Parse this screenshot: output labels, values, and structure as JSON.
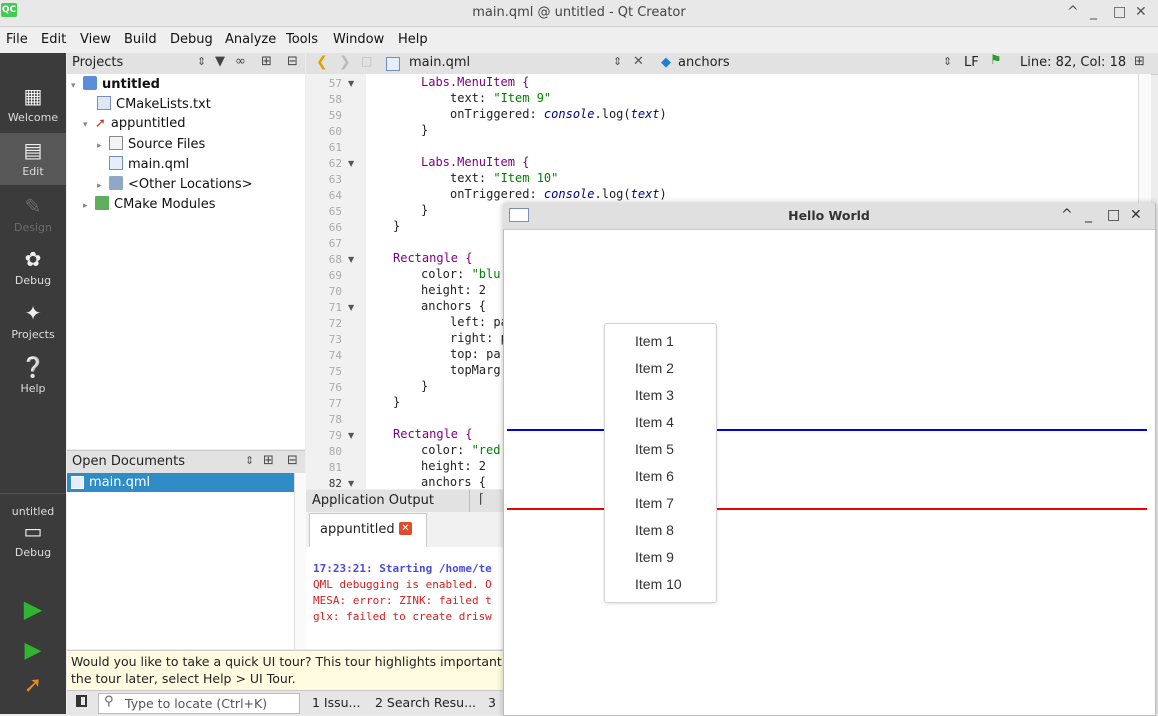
{
  "window": {
    "title": "main.qml @ untitled - Qt Creator",
    "app_badge": "QC",
    "buttons": [
      "^",
      "_",
      "□",
      "✕"
    ]
  },
  "menubar": [
    "File",
    "Edit",
    "View",
    "Build",
    "Debug",
    "Analyze",
    "Tools",
    "Window",
    "Help"
  ],
  "modes": {
    "welcome": "Welcome",
    "edit": "Edit",
    "design": "Design",
    "debug": "Debug",
    "projects": "Projects",
    "help": "Help",
    "target_project": "untitled",
    "target_mode": "Debug"
  },
  "projects_panel": {
    "title": "Projects",
    "tree": [
      "untitled",
      "CMakeLists.txt",
      "appuntitled",
      "Source Files",
      "main.qml",
      "<Other Locations>",
      "CMake Modules"
    ]
  },
  "open_documents": {
    "title": "Open Documents",
    "items": [
      "main.qml"
    ]
  },
  "editor": {
    "file_tab": "main.qml",
    "symbol": "anchors",
    "line_ending": "LF",
    "position": "Line: 82, Col: 18",
    "line_numbers": [
      "57",
      "58",
      "59",
      "60",
      "61",
      "62",
      "63",
      "64",
      "65",
      "66",
      "67",
      "68",
      "69",
      "70",
      "71",
      "72",
      "73",
      "74",
      "75",
      "76",
      "77",
      "78",
      "79",
      "80",
      "81",
      "82"
    ]
  },
  "code": {
    "l57a": "Labs.MenuItem {",
    "l58a": "text: ",
    "l58b": "\"Item 9\"",
    "l59a": "onTriggered: ",
    "l59b": "console",
    "l59c": ".log(",
    "l59d": "text",
    "l59e": ")",
    "l60a": "}",
    "l62a": "Labs.MenuItem {",
    "l63a": "text: ",
    "l63b": "\"Item 10\"",
    "l64a": "onTriggered: ",
    "l64b": "console",
    "l64c": ".log(",
    "l64d": "text",
    "l64e": ")",
    "l65a": "}",
    "l66a": "}",
    "l68a": "Rectangle {",
    "l69a": "color: ",
    "l69b": "\"blu",
    "l70a": "height: 2",
    "l71a": "anchors {",
    "l72a": "left: pa",
    "l73a": "right: p",
    "l74a": "top: pa",
    "l75a": "topMarg",
    "l76a": "}",
    "l77a": "}",
    "l79a": "Rectangle {",
    "l80a": "color: ",
    "l80b": "\"red",
    "l81a": "height: 2",
    "l82a": "anchors {"
  },
  "output": {
    "title": "Application Output",
    "tab": "appuntitled",
    "lines": [
      "17:23:21: Starting /home/te",
      "QML debugging is enabled. O",
      "MESA: error: ZINK: failed t",
      "glx: failed to create drisw"
    ]
  },
  "tour": {
    "text1": "Would you like to take a quick UI tour? This tour highlights important u",
    "text2": "the tour later, select Help > UI Tour."
  },
  "statusbar": {
    "locator_placeholder": "Type to locate (Ctrl+K)",
    "tabs": [
      "1 Issu...",
      "2 Search Resu...",
      "3"
    ]
  },
  "hello_window": {
    "title": "Hello World",
    "menu_items": [
      "Item 1",
      "Item 2",
      "Item 3",
      "Item 4",
      "Item 5",
      "Item 6",
      "Item 7",
      "Item 8",
      "Item 9",
      "Item 10"
    ]
  },
  "colors": {
    "blue_line": "#0000dd",
    "red_line": "#ee0000",
    "selection": "#308cc6",
    "mode_bar": "#3b3b3b"
  },
  "icons": [
    "grid-icon",
    "edit-icon",
    "design-icon",
    "bug-icon",
    "wrench-icon",
    "help-icon",
    "monitor-icon",
    "run-icon",
    "debug-run-icon",
    "build-hammer-icon"
  ]
}
